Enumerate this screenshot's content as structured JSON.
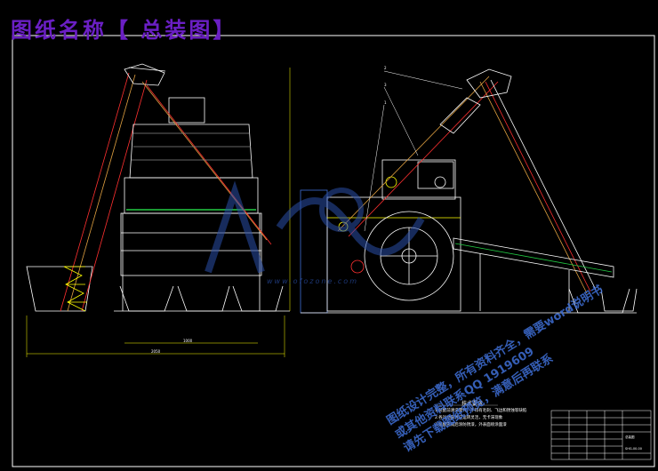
{
  "drawing": {
    "title": "图纸名称【 总装图】"
  },
  "technical_requirements": {
    "heading": "技术要求",
    "lines": [
      "1.装配前清洗零件，不得有毛刺、飞边和锈蚀等缺陷",
      "2.各运动部件应运转灵活，无卡滞现象",
      "3.装配完成后涂防锈漆，外表面喷涂面漆"
    ]
  },
  "watermark": {
    "lines": [
      "图纸设计完整，所有资料齐全，需要word说明书",
      "或其他资料联系QQ 1919609",
      "请先下载图纸预览，满意后再联系"
    ],
    "logo_text": "www.ofozone.com"
  },
  "dimensions": {
    "left_width": "2050",
    "left_inner": "1000",
    "right_label_1": "2",
    "right_label_2": "3",
    "right_label_3": "1"
  },
  "title_block": {
    "name": "总装图",
    "drawing_no": "SHG-00-00"
  },
  "colors": {
    "background": "#000000",
    "line_white": "#ffffff",
    "line_yellow": "#ffff00",
    "line_red": "#ff3030",
    "line_orange": "#e0a040",
    "line_green": "#22cc44",
    "line_blue": "#3f6fd6",
    "title_purple": "#6a1fc4"
  }
}
